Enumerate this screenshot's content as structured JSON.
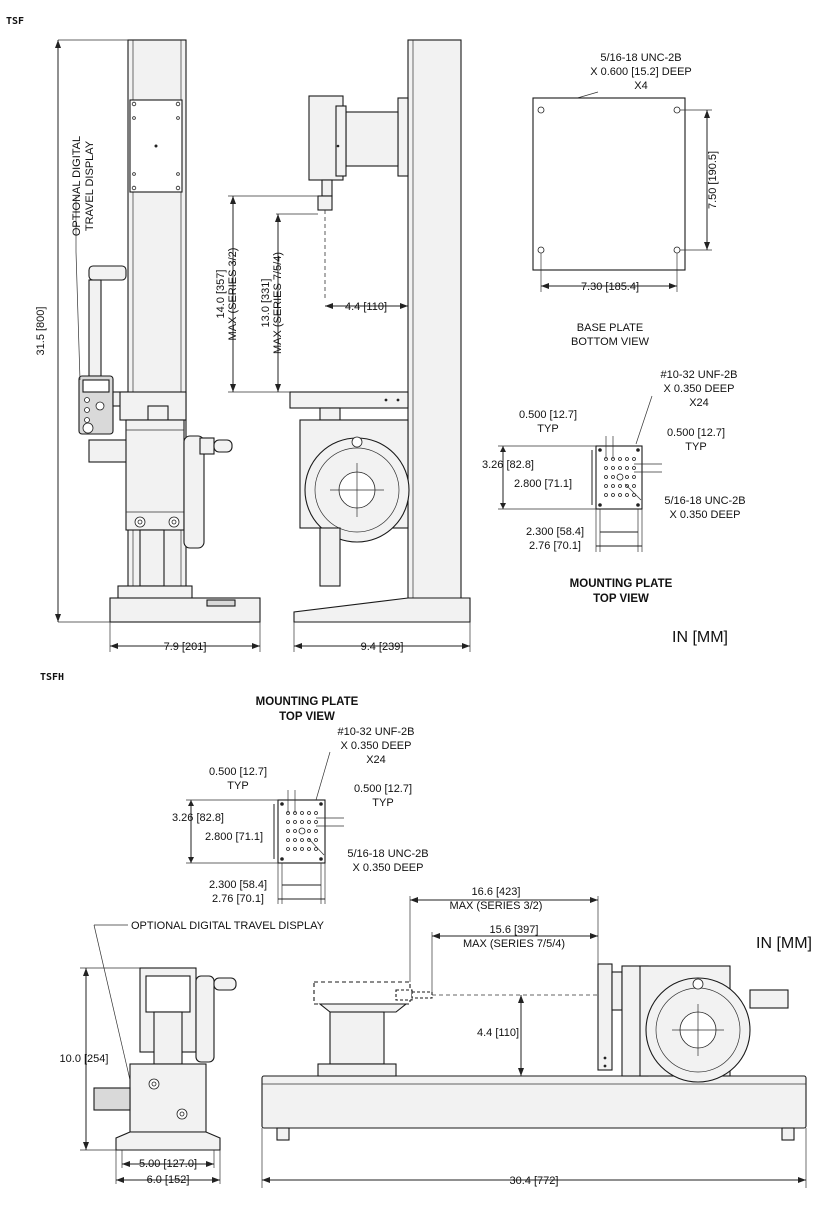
{
  "sections": {
    "tsf": "TSF",
    "tsfh": "TSFH"
  },
  "units": {
    "tsf": "IN [MM]",
    "tsfh": "IN [MM]"
  },
  "tsf": {
    "optional_display": [
      "OPTIONAL DIGITAL",
      "TRAVEL DISPLAY"
    ],
    "height": "31.5 [800]",
    "width_front": "7.9 [201]",
    "width_side": "9.4 [239]",
    "max_3_2": [
      "14.0 [357]",
      "MAX (SERIES 3/2)"
    ],
    "max_7_5_4": [
      "13.0 [331]",
      "MAX (SERIES 7/5/4)"
    ],
    "throat": "4.4 [110]",
    "base_holes": [
      "5/16-18 UNC-2B",
      "X 0.600 [15.2] DEEP",
      "X4"
    ],
    "base_height": "7.50 [190.5]",
    "base_width": "7.30 [185.4]",
    "base_title": [
      "BASE PLATE",
      "BOTTOM VIEW"
    ],
    "mount": {
      "holes_small": [
        "#10-32 UNF-2B",
        "X 0.350 DEEP",
        "X24"
      ],
      "pitch_left": [
        "0.500 [12.7]",
        "TYP"
      ],
      "pitch_right": [
        "0.500 [12.7]",
        "TYP"
      ],
      "outer": "3.26 [82.8]",
      "inner": "2.800 [71.1]",
      "holes_large": [
        "5/16-18 UNC-2B",
        "X 0.350 DEEP"
      ],
      "bottom_inner": "2.300 [58.4]",
      "bottom_outer": "2.76 [70.1]",
      "title": [
        "MOUNTING PLATE",
        "TOP VIEW"
      ]
    }
  },
  "tsfh": {
    "mount": {
      "title": [
        "MOUNTING PLATE",
        "TOP VIEW"
      ],
      "holes_small": [
        "#10-32 UNF-2B",
        "X 0.350 DEEP",
        "X24"
      ],
      "pitch_left": [
        "0.500 [12.7]",
        "TYP"
      ],
      "pitch_right": [
        "0.500 [12.7]",
        "TYP"
      ],
      "outer": "3.26 [82.8]",
      "inner": "2.800 [71.1]",
      "holes_large": [
        "5/16-18 UNC-2B",
        "X 0.350 DEEP"
      ],
      "bottom_inner": "2.300 [58.4]",
      "bottom_outer": "2.76 [70.1]"
    },
    "optional_display": "OPTIONAL DIGITAL TRAVEL DISPLAY",
    "height": "10.0 [254]",
    "width_inner": "5.00 [127.0]",
    "width_outer": "6.0 [152]",
    "max_3_2": [
      "16.6 [423]",
      "MAX (SERIES 3/2)"
    ],
    "max_7_5_4": [
      "15.6 [397]",
      "MAX (SERIES 7/5/4)"
    ],
    "throat": "4.4 [110]",
    "length": "30.4 [772]"
  }
}
